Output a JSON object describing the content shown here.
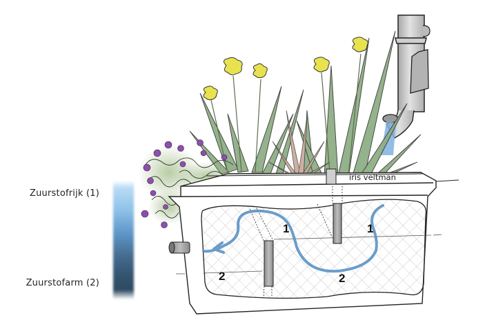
{
  "title": "Waterberging plantenbak",
  "legend": {
    "top_label": "Zuurstofrijk (1)",
    "bottom_label": "Zuurstofarm (2)",
    "gradient_colors": [
      "#b9dcf4",
      "#8fc1e8",
      "#5d95c8",
      "#486e92",
      "#2e4a62"
    ]
  },
  "credit": "iris veltman",
  "zones": {
    "upper_left": "1",
    "upper_right": "1",
    "lower_left": "2",
    "lower_middle": "2"
  },
  "colors": {
    "flow_arrow": "#5b93c4",
    "flower_yellow": "#e6e04a",
    "leaf_green": "#7fa071",
    "violet": "#8a4ea8",
    "pipe_gray": "#c9c9c9",
    "outline": "#222222"
  }
}
